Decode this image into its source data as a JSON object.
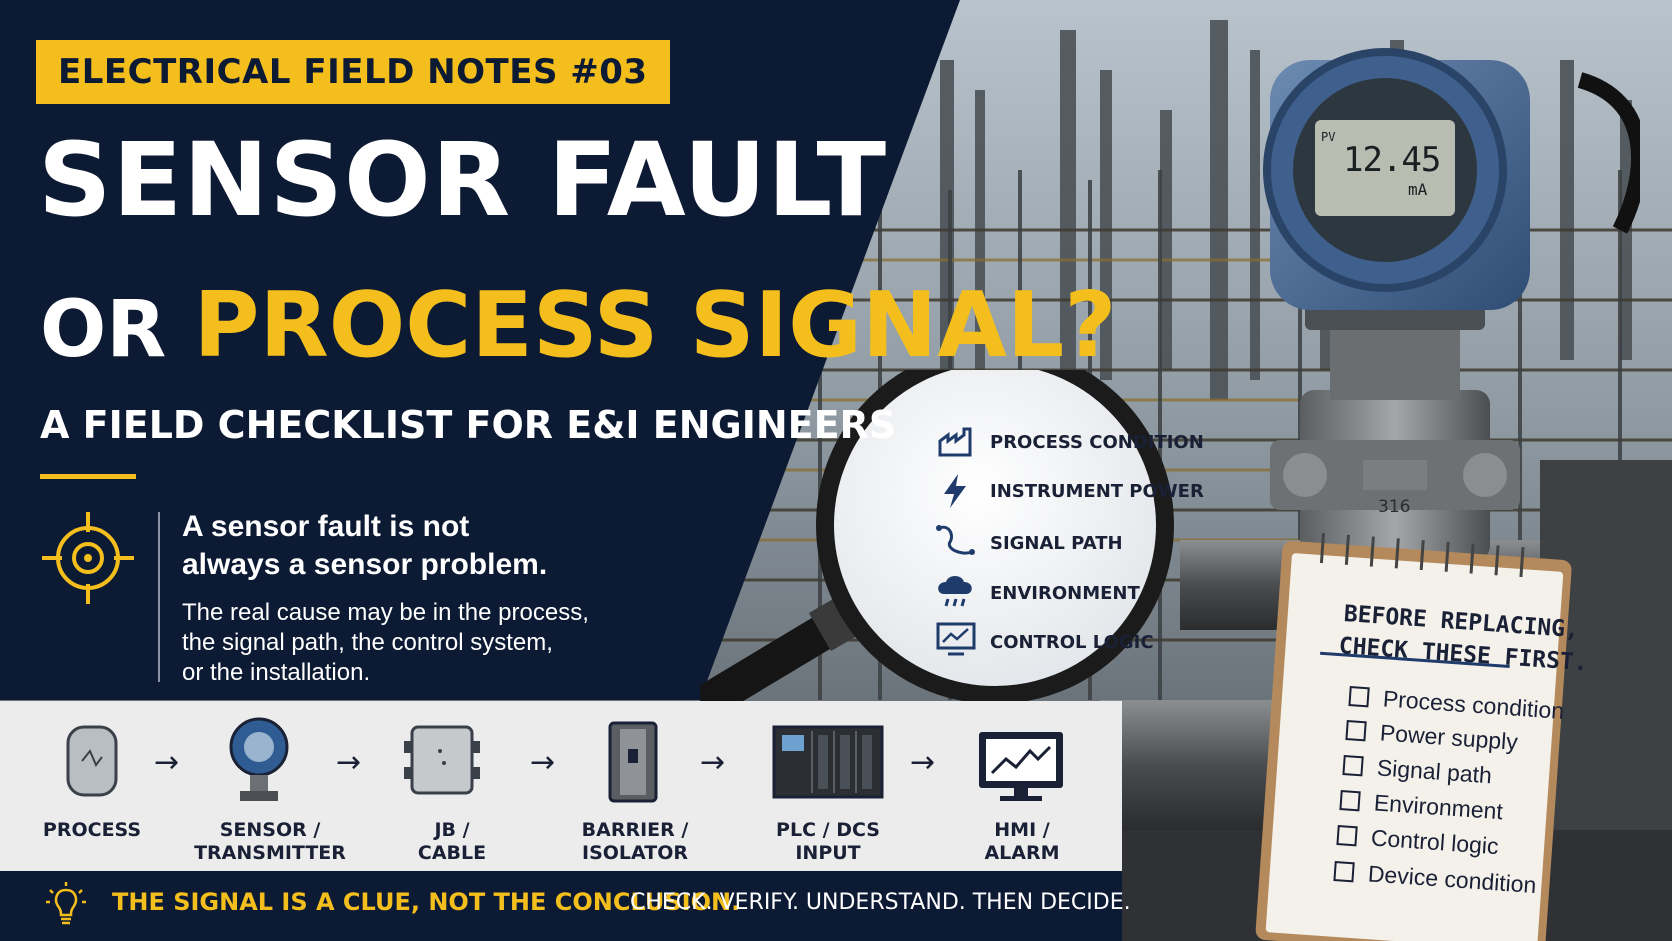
{
  "tag": "ELECTRICAL FIELD NOTES #03",
  "title": {
    "line1": "SENSOR FAULT",
    "line2_prefix": "OR",
    "line2_highlight": "PROCESS SIGNAL?"
  },
  "subtitle": "A FIELD CHECKLIST FOR E&I ENGINEERS",
  "insight": {
    "lead_line1": "A sensor fault is not",
    "lead_line2": "always a sensor problem.",
    "body_line1": "The real cause may be in the process,",
    "body_line2": "the signal path, the control system,",
    "body_line3": "or the installation."
  },
  "flow": [
    {
      "line1": "PROCESS",
      "line2": "",
      "icon": "tank-icon"
    },
    {
      "line1": "SENSOR /",
      "line2": "TRANSMITTER",
      "icon": "transmitter-icon"
    },
    {
      "line1": "JB /",
      "line2": "CABLE",
      "icon": "junction-box-icon"
    },
    {
      "line1": "BARRIER /",
      "line2": "ISOLATOR",
      "icon": "barrier-icon"
    },
    {
      "line1": "PLC / DCS",
      "line2": "INPUT",
      "icon": "plc-icon"
    },
    {
      "line1": "HMI /",
      "line2": "ALARM",
      "icon": "monitor-icon"
    }
  ],
  "footer": {
    "highlight": "THE SIGNAL IS A CLUE, NOT THE CONCLUSION.",
    "rest": "CHECK. VERIFY. UNDERSTAND. THEN DECIDE."
  },
  "lens_items": [
    {
      "label": "PROCESS CONDITION",
      "icon": "factory-icon"
    },
    {
      "label": "INSTRUMENT POWER",
      "icon": "lightning-icon"
    },
    {
      "label": "SIGNAL PATH",
      "icon": "wave-path-icon"
    },
    {
      "label": "ENVIRONMENT",
      "icon": "rain-cloud-icon"
    },
    {
      "label": "CONTROL LOGIC",
      "icon": "trend-monitor-icon"
    }
  ],
  "notepad": {
    "title_line1": "BEFORE REPLACING,",
    "title_line2": "CHECK THESE FIRST.",
    "items": [
      "Process condition",
      "Power supply",
      "Signal path",
      "Environment",
      "Control logic",
      "Device condition"
    ]
  },
  "transmitter_display": {
    "pv": "PV",
    "value": "12.45",
    "unit": "mA"
  },
  "flange_marking": "316",
  "colors": {
    "navy": "#0d1a33",
    "yellow": "#f4bf1d",
    "white": "#ffffff",
    "strip": "#ececec"
  }
}
